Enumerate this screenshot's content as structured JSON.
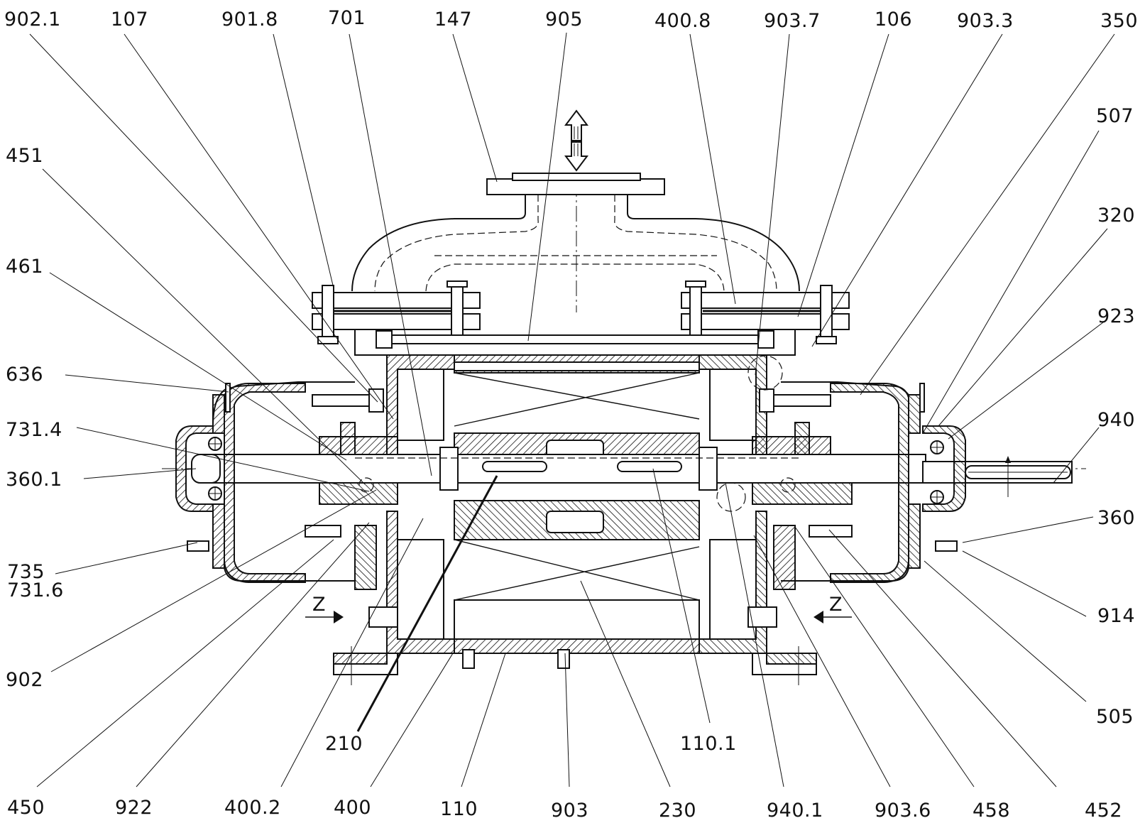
{
  "labels": {
    "l_902_1": "902.1",
    "l_107": "107",
    "l_901_8": "901.8",
    "l_701": "701",
    "l_147": "147",
    "l_905": "905",
    "l_400_8": "400.8",
    "l_903_7": "903.7",
    "l_106": "106",
    "l_903_3": "903.3",
    "l_350": "350",
    "l_507": "507",
    "l_451": "451",
    "l_320": "320",
    "l_461": "461",
    "l_923": "923",
    "l_636": "636",
    "l_940": "940",
    "l_731_4": "731.4",
    "l_360_1": "360.1",
    "l_360": "360",
    "l_735": "735",
    "l_731_6": "731.6",
    "l_914": "914",
    "l_z_left": "Z",
    "l_z_right": "Z",
    "l_902": "902",
    "l_505": "505",
    "l_210": "210",
    "l_110_1": "110.1",
    "l_450": "450",
    "l_922": "922",
    "l_400_2": "400.2",
    "l_400": "400",
    "l_110": "110",
    "l_903": "903",
    "l_230": "230",
    "l_940_1": "940.1",
    "l_903_6": "903.6",
    "l_458": "458",
    "l_452": "452"
  },
  "colors": {
    "ink": "#111111",
    "paper": "#ffffff"
  }
}
